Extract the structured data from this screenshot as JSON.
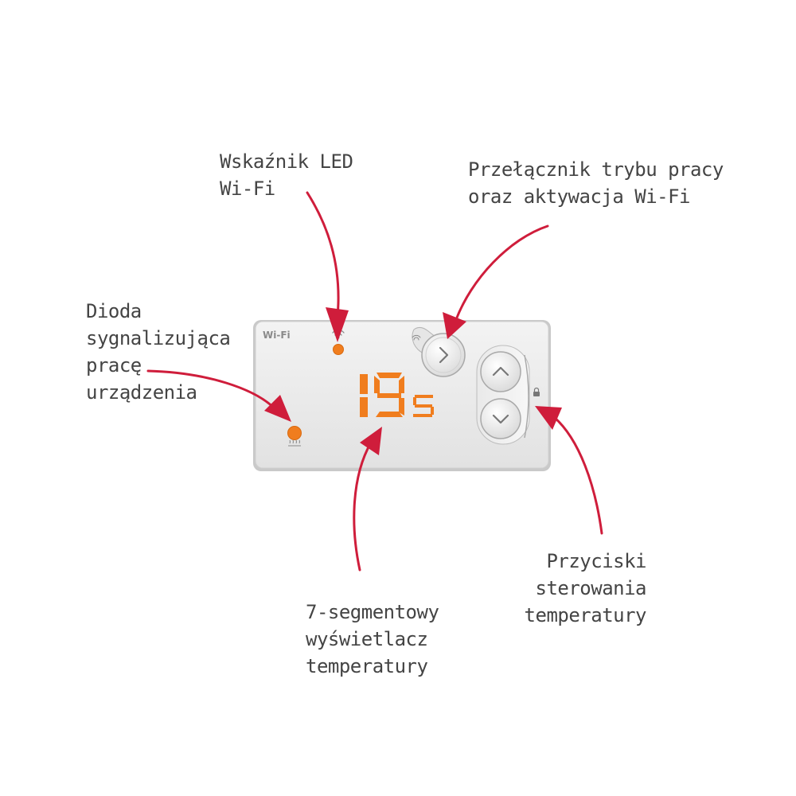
{
  "device": {
    "wifi_label": "Wi-Fi",
    "temperature_value": "19",
    "temperature_suffix": "s",
    "colors": {
      "panel": "#eaeaea",
      "panel_border": "#c8c8c8",
      "led_orange": "#f07d1e",
      "display_orange": "#f07d1e",
      "arrow_red": "#cf1d3b",
      "text_gray": "#444444"
    },
    "icons": {
      "wifi": "wifi-icon",
      "mode_button": "chevron-right-icon",
      "up_button": "chevron-up-icon",
      "down_button": "chevron-down-icon",
      "lock": "lock-icon",
      "heater": "heater-icon"
    }
  },
  "annotations": {
    "wifi_led": [
      "Wskaźnik LED",
      "Wi-Fi"
    ],
    "mode_switch": [
      "Przełącznik trybu pracy",
      "oraz aktywacja Wi-Fi"
    ],
    "status_diode": [
      "Dioda",
      "sygnalizująca",
      "pracę",
      "urządzenia"
    ],
    "display": [
      "7-segmentowy",
      "wyświetlacz",
      "temperatury"
    ],
    "temp_buttons": [
      "Przyciski",
      "sterowania",
      "temperatury"
    ]
  }
}
